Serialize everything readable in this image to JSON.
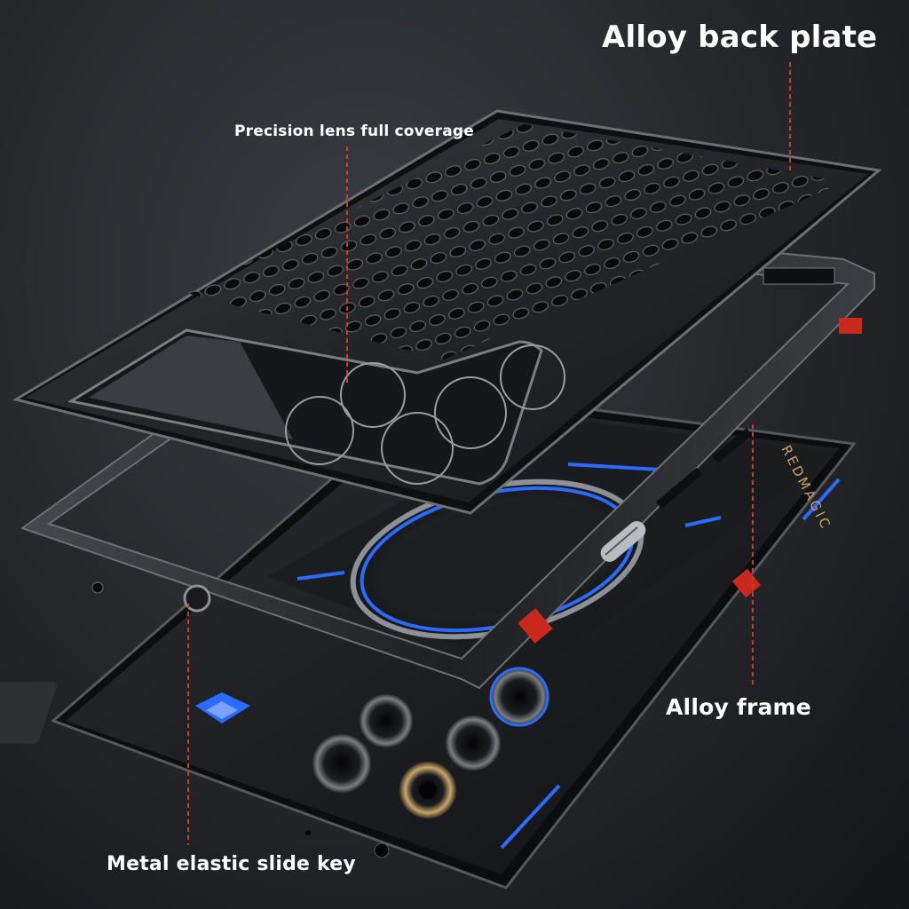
{
  "labels": {
    "back_plate": "Alloy back plate",
    "lens": "Precision lens full coverage",
    "frame": "Alloy frame",
    "slide_key": "Metal elastic slide key"
  },
  "phone": {
    "brand_text": "REDMAGIC"
  },
  "colors": {
    "background": "#24262a",
    "callout_line": "#d23a2e",
    "accent_blue": "#2b6bff",
    "accent_red": "#c8291c",
    "metal_dark": "#1c1d20"
  }
}
